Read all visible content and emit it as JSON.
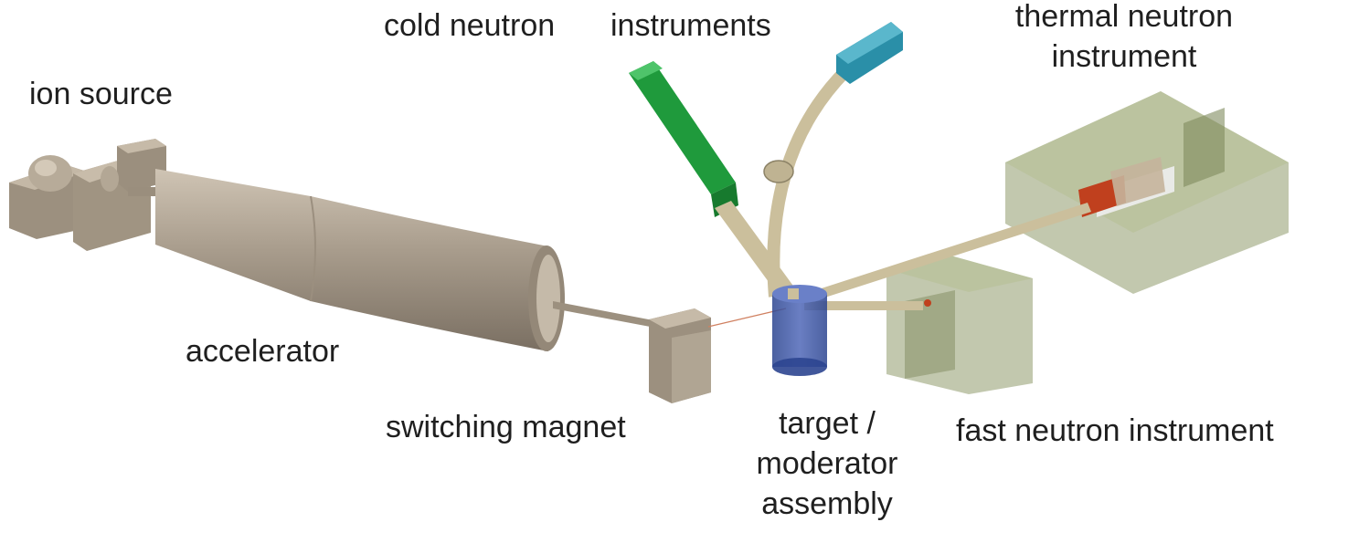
{
  "labels": {
    "ion_source": "ion source",
    "accelerator": "accelerator",
    "switching_magnet": "switching magnet",
    "cold_neutron": "cold neutron",
    "instruments": "instruments",
    "thermal_line1": "thermal neutron",
    "thermal_line2": "instrument",
    "target_line1": "target /",
    "target_line2": "moderator",
    "target_line3": "assembly",
    "fast_neutron": "fast neutron instrument"
  },
  "colors": {
    "machine_tan": "#a69a8a",
    "guide_beige": "#d7ccaa",
    "cold_green": "#1f9a3c",
    "cold_teal": "#2a8fa8",
    "target_blue": "#3c58a8",
    "shield_green": "#8f9a6c",
    "sample_red": "#c0401e"
  }
}
